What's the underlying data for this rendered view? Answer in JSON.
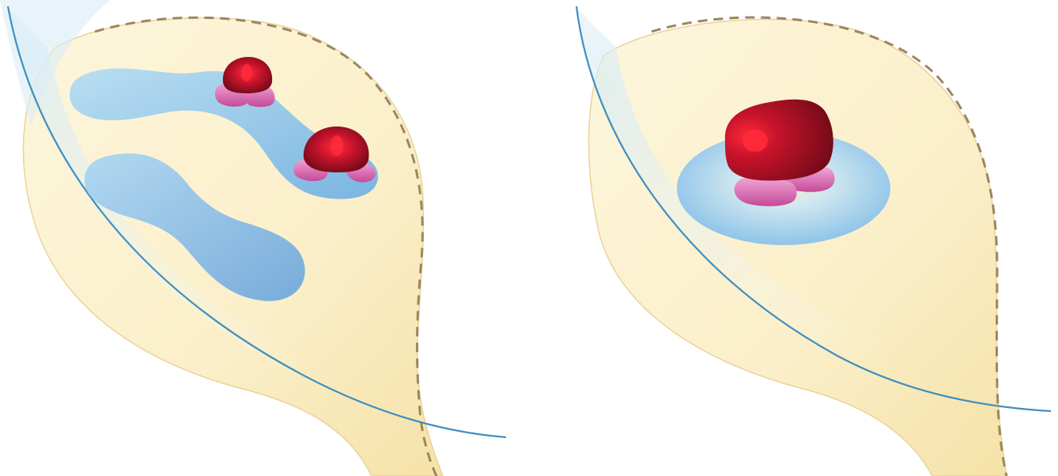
{
  "figure": {
    "panels": [
      {
        "id": "left",
        "depicts": "two-clusters-of-small-units"
      },
      {
        "id": "right",
        "depicts": "single-large-unit-on-disc"
      }
    ]
  },
  "colors": {
    "background": "#ffffff",
    "teardrop_fill": "#fbefc9",
    "teardrop_edge": "#e6cf8f",
    "dashed_outline": "#a08a64",
    "membrane_line": "#3f8fbf",
    "pale_blue_haze": "#d8ecf6",
    "channel_blue": "#9fd0ee",
    "channel_blue_dark": "#6aa8df",
    "dome_red": "#c0122a",
    "dome_red_dark": "#7a0b1a",
    "dome_highlight": "#ff2a3a",
    "foot_pink": "#d45aa6",
    "foot_pink_light": "#f1a6d6"
  }
}
